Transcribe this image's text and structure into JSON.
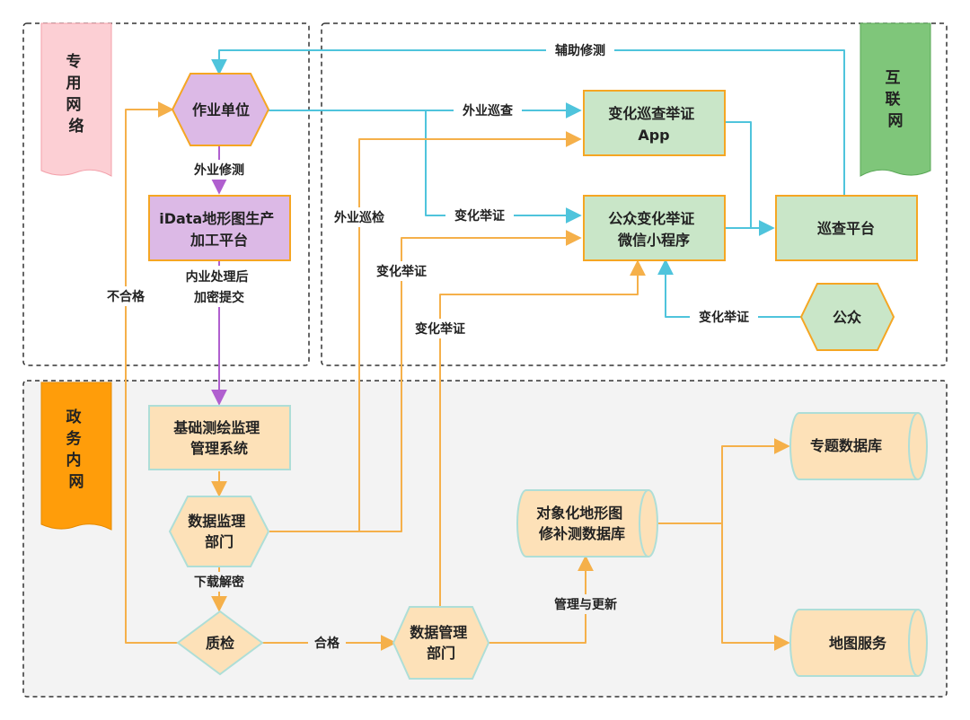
{
  "zones": {
    "private_network": "专用网络",
    "internet": "互联网",
    "gov_intranet": "政务内网"
  },
  "nodes": {
    "work_unit": "作业单位",
    "idata_platform": [
      "iData地形图生产",
      "加工平台"
    ],
    "basic_system": [
      "基础测绘监理",
      "管理系统"
    ],
    "data_supervision": [
      "数据监理",
      "部门"
    ],
    "quality_check": "质检",
    "data_management": [
      "数据管理",
      "部门"
    ],
    "object_db": [
      "对象化地形图",
      "修补测数据库"
    ],
    "thematic_db": "专题数据库",
    "map_service": "地图服务",
    "change_app": [
      "变化巡查举证",
      "App"
    ],
    "public_mini": [
      "公众变化举证",
      "微信小程序"
    ],
    "patrol_platform": "巡查平台",
    "public": "公众"
  },
  "edges": {
    "aux_survey": "辅助修测",
    "field_patrol": "外业巡查",
    "change_evidence": "变化举证",
    "field_survey": "外业修测",
    "inner_process": [
      "内业处理后",
      "加密提交"
    ],
    "field_inspection": "外业巡检",
    "unqualified": "不合格",
    "download_decrypt": "下载解密",
    "qualified": "合格",
    "manage_update": "管理与更新"
  },
  "colors": {
    "blue_line": "#4fc4dc",
    "orange_line": "#f5b04a",
    "purple_line": "#b05fcf",
    "purple_fill": "#dcb9e6",
    "green_fill": "#c9e6c8",
    "peach_fill": "#fde1b8",
    "pink_tab": "#fccfd4",
    "green_tab": "#7fc67a",
    "orange_tab": "#ff9d0a"
  }
}
